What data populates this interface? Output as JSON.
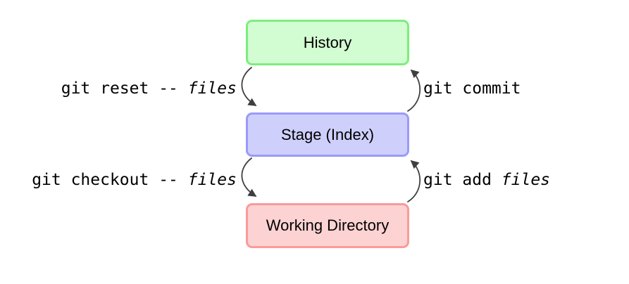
{
  "colors": {
    "background": "#ffffff",
    "text": "#000000",
    "arrow": "#3f3f3f"
  },
  "nodes": [
    {
      "id": "history",
      "label": "History",
      "fill": "#d2fcd2",
      "border": "#7cee7c"
    },
    {
      "id": "stage",
      "label": "Stage (Index)",
      "fill": "#cfcffc",
      "border": "#9a9afa"
    },
    {
      "id": "working-directory",
      "label": "Working Directory",
      "fill": "#fcd2d2",
      "border": "#fa9a9a"
    }
  ],
  "edges": [
    {
      "id": "git-reset",
      "text": "git reset -- ",
      "italic": "files",
      "from": "history",
      "to": "stage"
    },
    {
      "id": "git-commit",
      "text": "git commit",
      "italic": "",
      "from": "stage",
      "to": "history"
    },
    {
      "id": "git-checkout",
      "text": "git checkout -- ",
      "italic": "files",
      "from": "stage",
      "to": "working-directory"
    },
    {
      "id": "git-add",
      "text": "git add ",
      "italic": "files",
      "from": "working-directory",
      "to": "stage"
    }
  ]
}
